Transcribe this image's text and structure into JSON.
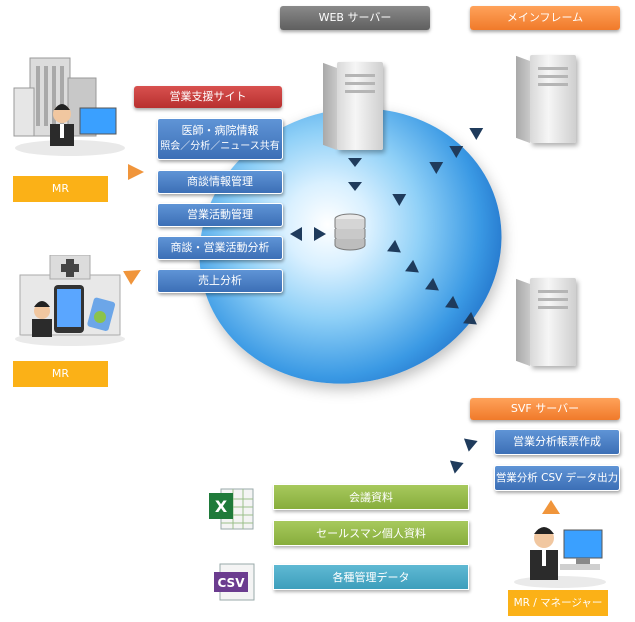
{
  "labels": {
    "web_server": "WEB サーバー",
    "mainframe": "メインフレーム",
    "sales_site": "営業支援サイト",
    "svf_server": "SVF サーバー",
    "mr_top": "MR",
    "mr_mid": "MR",
    "mr_manager": "MR / マネージャー"
  },
  "services": [
    {
      "line1": "医師・病院情報",
      "line2": "照会／分析／ニュース共有"
    },
    {
      "line1": "商談情報管理"
    },
    {
      "line1": "営業活動管理"
    },
    {
      "line1": "商談・営業活動分析"
    },
    {
      "line1": "売上分析"
    }
  ],
  "svf_items": [
    "営業分析帳票作成",
    "営業分析 CSV データ出力"
  ],
  "outputs": [
    "会議資料",
    "セールスマン個人資料",
    "各種管理データ"
  ],
  "icons": {
    "excel": "X",
    "csv": "CSV"
  },
  "colors": {
    "accent_orange": "#f07a2a",
    "mr_yellow": "#fbb117",
    "box_blue": "#3c6fb6"
  }
}
